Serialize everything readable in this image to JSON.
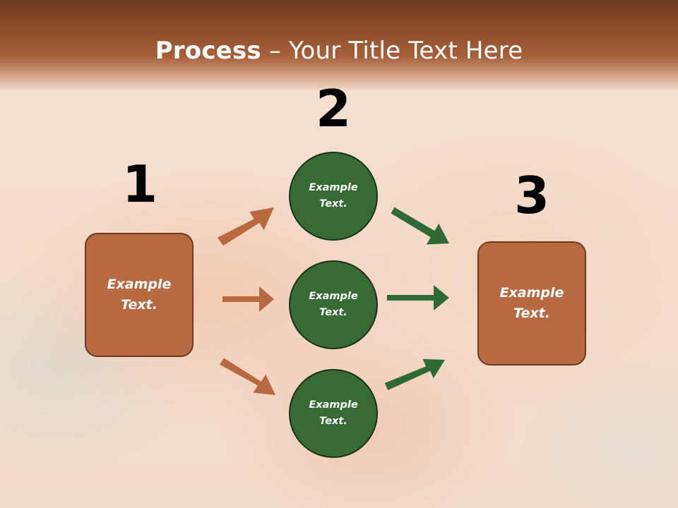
{
  "slide": {
    "title_bold": "Process",
    "title_rest": " – Your Title Text Here"
  },
  "steps": {
    "one": {
      "number": "1",
      "label": "Example Text."
    },
    "two": {
      "number": "2",
      "items": [
        {
          "label": "Example Text."
        },
        {
          "label": "Example Text."
        },
        {
          "label": "Example Text."
        }
      ]
    },
    "three": {
      "number": "3",
      "label": "Example Text."
    }
  },
  "colors": {
    "header": "#8c4d2a",
    "box_fill": "#b76a42",
    "box_border": "#6e3a1f",
    "circle_fill": "#386a36",
    "circle_border": "#173315",
    "arrow_brown": "#b8693f",
    "arrow_green": "#2f6a34"
  }
}
